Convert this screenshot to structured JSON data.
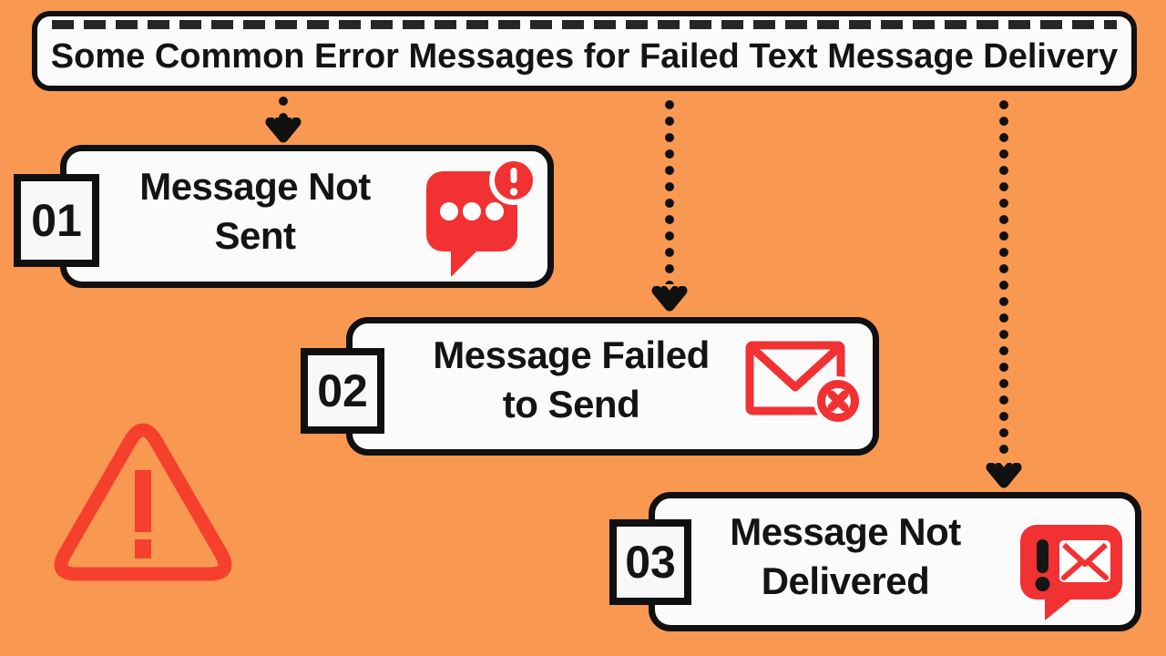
{
  "colors": {
    "background": "#F99851",
    "card_bg": "#FBFBFB",
    "ink": "#101010",
    "red": "#F23133",
    "warning_red": "#F5402D",
    "white": "#FFFFFF"
  },
  "title": {
    "text": "Some Common Error Messages for Failed Text Message Delivery"
  },
  "items": [
    {
      "number": "01",
      "line1": "Message Not",
      "line2": "Sent",
      "icon": "chat-alert-icon"
    },
    {
      "number": "02",
      "line1": "Message Failed",
      "line2": "to Send",
      "icon": "mail-error-icon"
    },
    {
      "number": "03",
      "line1": "Message Not",
      "line2": "Delivered",
      "icon": "message-undelivered-icon"
    }
  ],
  "decor": {
    "warning_icon": "warning-triangle-icon",
    "arrow_icon": "dotted-arrow-down"
  }
}
